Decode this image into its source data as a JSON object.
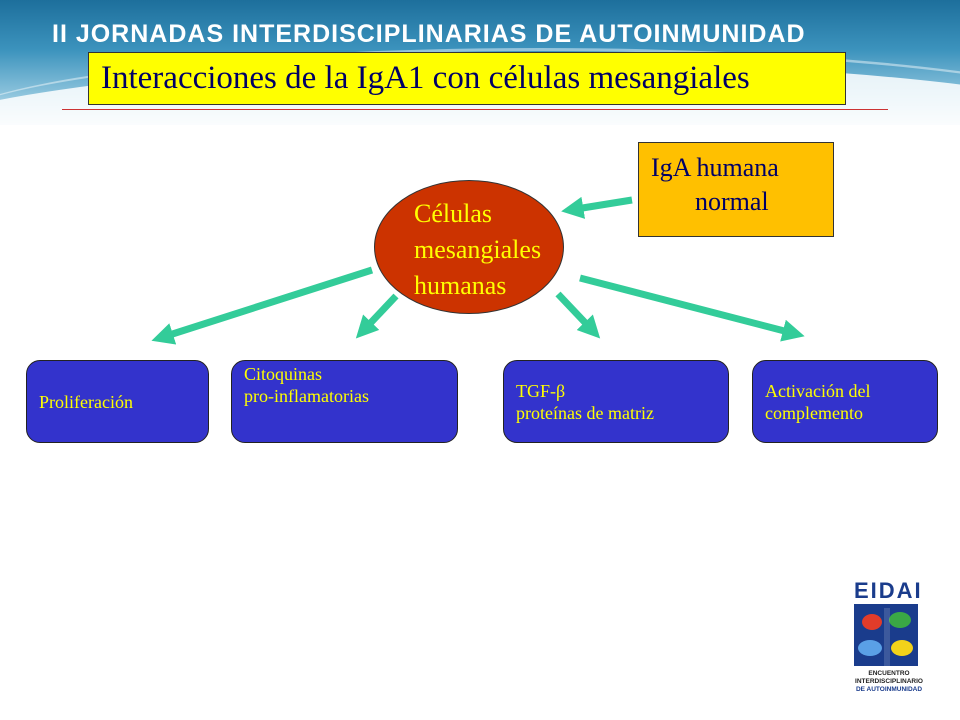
{
  "header": {
    "conference_title": "II JORNADAS INTERDISCIPLINARIAS DE AUTOINMUNIDAD",
    "slide_title": "Interacciones de la IgA1 con células mesangiales"
  },
  "diagram": {
    "center_node": {
      "lines": [
        "Células",
        "mesangiales",
        "humanas"
      ],
      "fill": "#cc3300",
      "text_color": "#ffff00"
    },
    "source_node": {
      "line1": "IgA  humana",
      "line2": "normal",
      "fill": "#ffc000",
      "text_color": "#000066"
    },
    "outcomes": [
      {
        "label": "Proliferación"
      },
      {
        "label": "Citoquinas\npro-inflamatorias"
      },
      {
        "label": "TGF-β\nproteínas de matriz"
      },
      {
        "label": "Activación del\ncomplemento"
      }
    ],
    "outcome_fill": "#3333cc",
    "outcome_text_color": "#ffff00",
    "arrow_color": "#33cc99"
  },
  "logo": {
    "word": "EIDAI",
    "sub_lines": [
      "ENCUENTRO",
      "INTERDISCIPLINARIO",
      "DE AUTOINMUNIDAD"
    ]
  }
}
